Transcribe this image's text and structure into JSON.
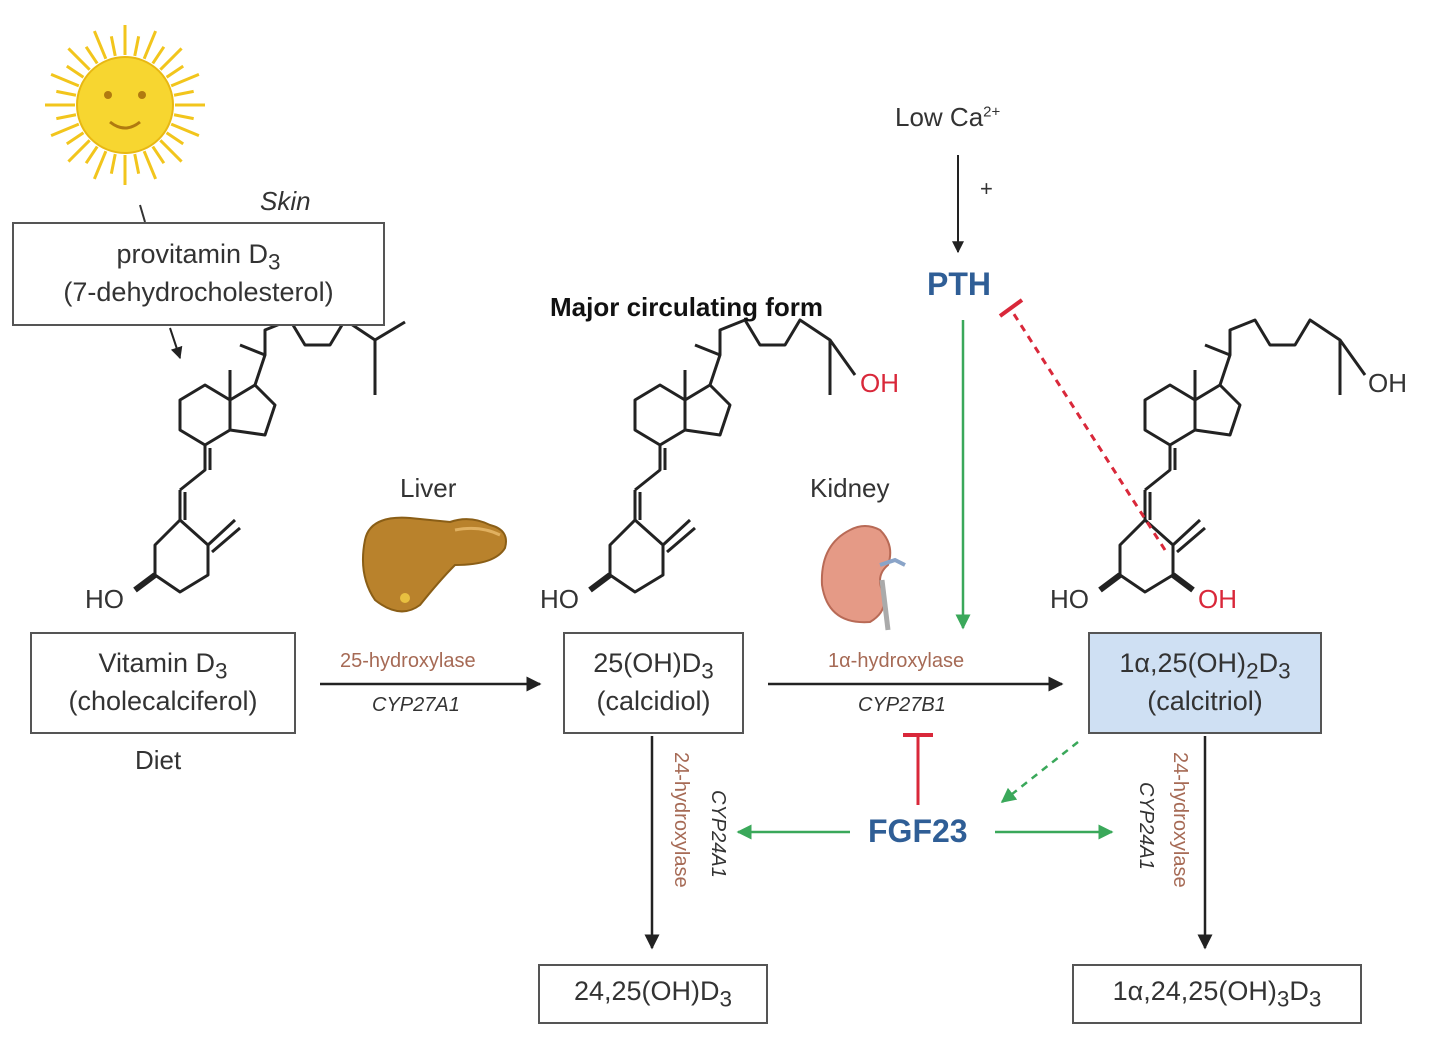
{
  "labels": {
    "skin": "Skin",
    "liver": "Liver",
    "kidney": "Kidney",
    "diet": "Diet",
    "major_form": "Major circulating form",
    "low_ca": "Low Ca",
    "low_ca_sup": "2+",
    "plus": "+",
    "pth": "PTH",
    "fgf23": "FGF23"
  },
  "boxes": {
    "provitamin": {
      "line1": "provitamin D",
      "line1_sub": "3",
      "line2": "(7-dehydrocholesterol)"
    },
    "vitd3": {
      "line1": "Vitamin D",
      "line1_sub": "3",
      "line2": "(cholecalciferol)"
    },
    "calcidiol": {
      "line1": "25(OH)D",
      "line1_sub": "3",
      "line2": "(calcidiol)"
    },
    "calcitriol": {
      "line1a": "1α,25(OH)",
      "line1_sub1": "2",
      "line1b": "D",
      "line1_sub2": "3",
      "line2": "(calcitriol)"
    },
    "d2425": {
      "line1": "24,25(OH)D",
      "line1_sub": "3"
    },
    "d12425": {
      "line1a": "1α,24,25(OH)",
      "line1_sub1": "3",
      "line1b": "D",
      "line1_sub2": "3"
    }
  },
  "enzymes": {
    "hydroxylase25": "25-hydroxylase",
    "cyp27a1": "CYP27A1",
    "hydroxylase1a": "1α-hydroxylase",
    "cyp27b1": "CYP27B1",
    "hydroxylase24_left": "24-hydroxylase",
    "cyp24a1_left": "CYP24A1",
    "hydroxylase24_right": "24-hydroxylase",
    "cyp24a1_right": "CYP24A1"
  },
  "chem": {
    "ho1": "HO",
    "ho2": "HO",
    "oh2": "OH",
    "ho3": "HO",
    "oh3_top": "OH",
    "oh3_bottom": "OH"
  },
  "colors": {
    "regulator": "#2f5e96",
    "enzyme": "#a66a55",
    "stimulate": "#3aa85a",
    "inhibit": "#d9283a",
    "highlight_box": "#cfe0f3",
    "sun": "#f7d630"
  }
}
